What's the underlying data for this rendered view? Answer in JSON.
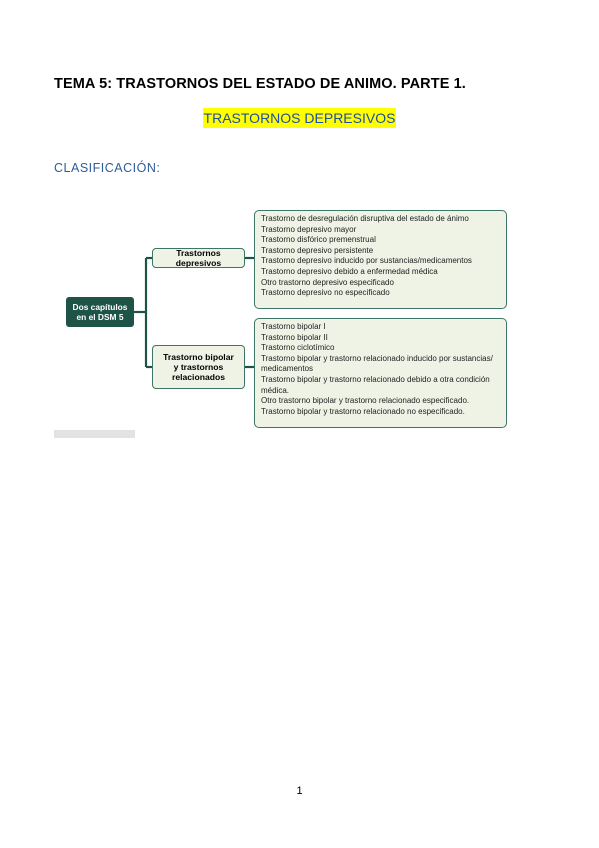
{
  "document": {
    "title": "TEMA 5: TRASTORNOS DEL ESTADO DE ANIMO. PARTE 1.",
    "subtitle": "TRASTORNOS DEPRESIVOS",
    "section_heading": "CLASIFICACIÓN:",
    "page_number": "1"
  },
  "diagram": {
    "root": {
      "line1": "Dos capítulos",
      "line2": "en el DSM 5"
    },
    "branch1": {
      "label": "Trastornos depresivos",
      "items": [
        "Trastorno de desregulación disruptiva del estado de ánimo",
        "Trastorno depresivo mayor",
        "Trastorno disfórico premenstrual",
        "Trastorno depresivo persistente",
        "Trastorno depresivo inducido por sustancias/medicamentos",
        "Trastorno depresivo debido a enfermedad médica",
        "Otro trastorno depresivo especificado",
        "Trastorno depresivo no especificado"
      ]
    },
    "branch2": {
      "line1": "Trastorno bipolar",
      "line2": "y trastornos",
      "line3": "relacionados",
      "items": [
        "Trastorno bipolar I",
        "Trastorno bipolar II",
        "Trastorno ciclotímico",
        "Trastorno bipolar y trastorno relacionado inducido por sustancias/ medicamentos",
        "Trastorno bipolar y trastorno relacionado debido a otra condición médica.",
        "Otro trastorno bipolar y trastorno relacionado especificado.",
        "Trastorno bipolar y trastorno relacionado no especificado."
      ]
    },
    "colors": {
      "connector": "#1e5448",
      "box_border": "#3d7566",
      "box_fill": "#eef3e6",
      "highlight": "#ffff00"
    }
  }
}
